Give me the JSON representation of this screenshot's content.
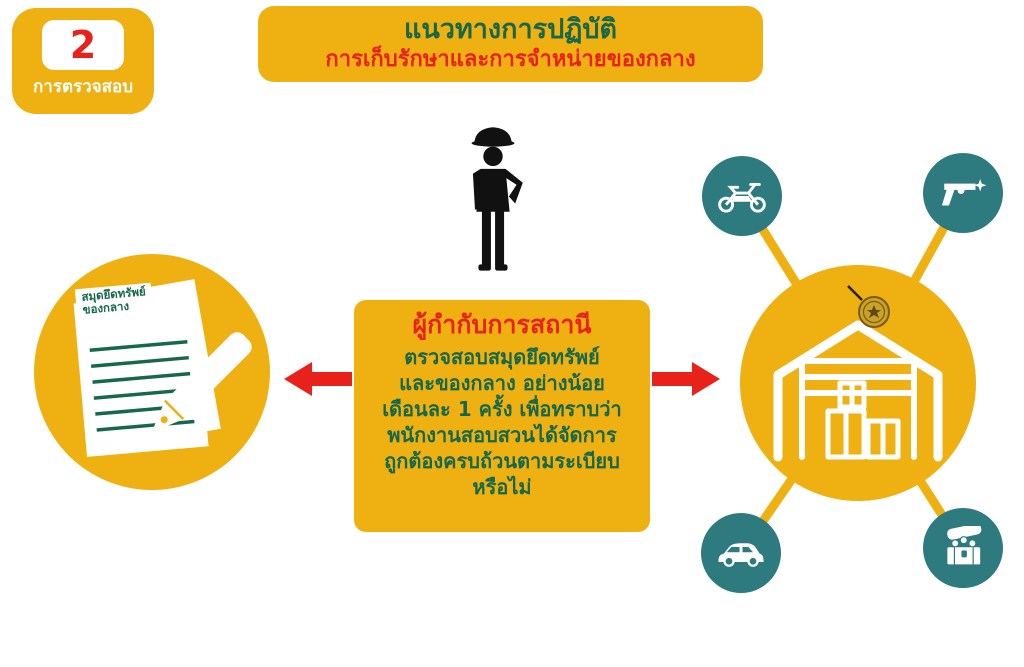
{
  "badge": {
    "number": "2",
    "label": "การตรวจสอบ"
  },
  "title": {
    "line1": "แนวทางการปฏิบัติ",
    "line2": "การเก็บรักษาและการจำหน่ายของกลาง"
  },
  "record_book": {
    "label": "สมุดยึดทรัพย์\nของกลาง"
  },
  "instruction": {
    "heading": "ผู้กำกับการสถานี",
    "body": "ตรวจสอบสมุดยึดทรัพย์\nและของกลาง อย่างน้อย\nเดือนละ 1 ครั้ง เพื่อทราบว่า\nพนักงานสอบสวนได้จัดการ\nถูกต้องครบถ้วนตามระเบียบ\nหรือไม่"
  },
  "icons": {
    "center_figure": "police-officer-icon",
    "left_circle": "document-pen-icon",
    "hub": "warehouse-icon",
    "hub_overlay": "magnifier-emblem-icon",
    "satellites": [
      "motorcycle-icon",
      "revolver-icon",
      "car-icon",
      "treasure-chest-icon"
    ]
  },
  "colors": {
    "yellow": "#EFB011",
    "red": "#E8221A",
    "dark_green": "#17684B",
    "teal": "#2D7B7F",
    "black": "#111111",
    "white": "#FFFFFF"
  }
}
